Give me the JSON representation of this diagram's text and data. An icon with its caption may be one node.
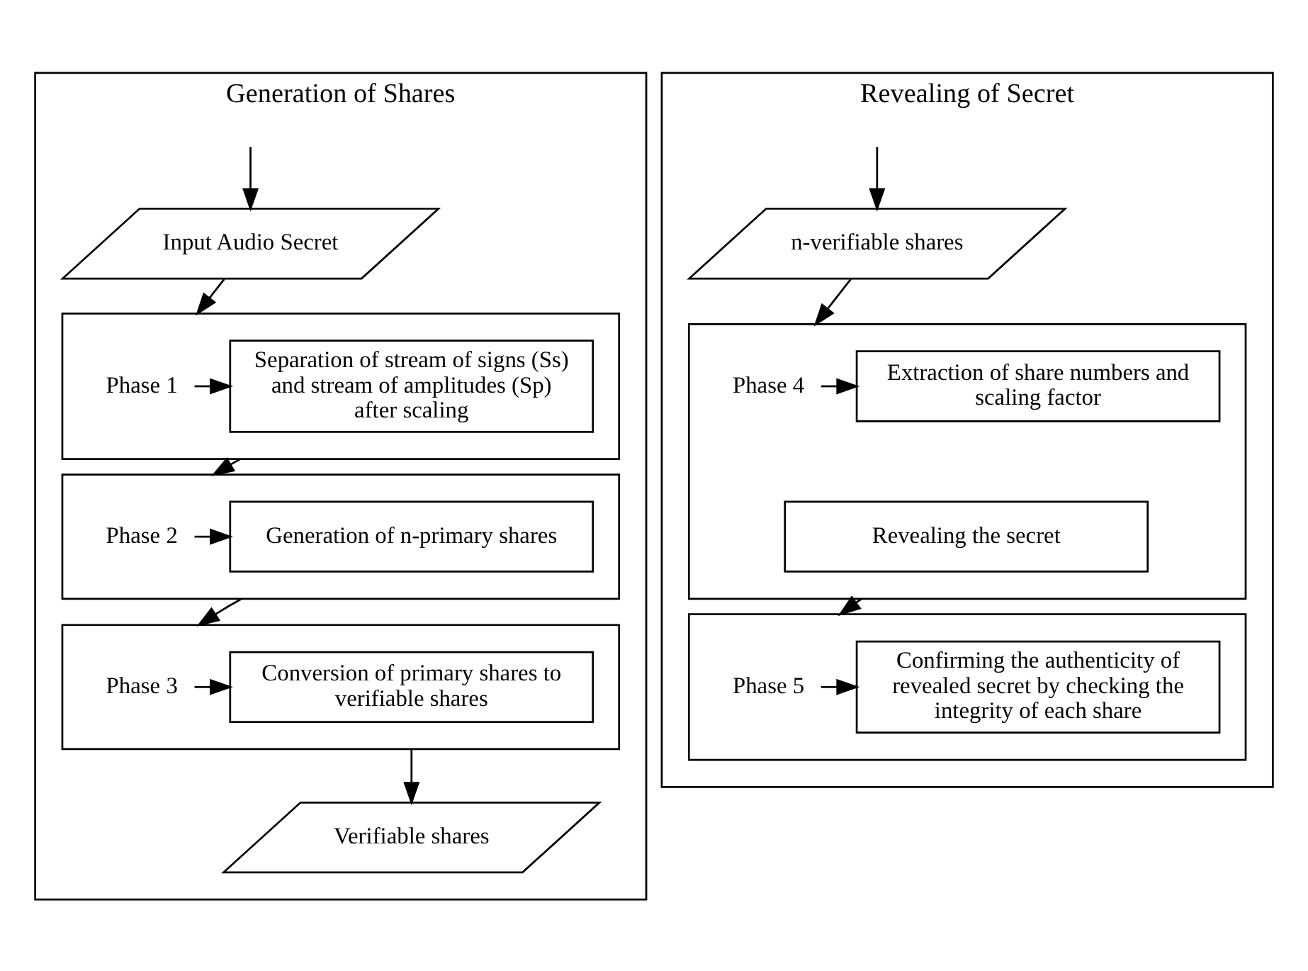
{
  "diagram": {
    "nodes": [
      {
        "text": [
          "Generation of Shares"
        ]
      },
      {
        "text": [
          "Input Audio Secret"
        ],
        "in": 0
      },
      {
        "text": [],
        "shape": "box",
        "in": 0
      },
      {
        "text": [
          "Phase 1"
        ],
        "in": 2
      },
      {
        "text": [
          "Separation of stream of signs (Ss) and stream of amplitudes (Sp) after scaling"
        ],
        "in": 2
      },
      {
        "text": [],
        "shape": "box",
        "in": 0
      },
      {
        "text": [
          "Phase 2"
        ],
        "in": 5
      },
      {
        "text": [
          "Generation of n-primary shares"
        ],
        "in": 5
      },
      {
        "text": [],
        "shape": "box",
        "in": 0
      },
      {
        "text": [
          "Phase 3"
        ],
        "in": 8
      },
      {
        "text": [
          "Conversion of primary shares to verifiable shares"
        ],
        "in": 8
      },
      {
        "text": [
          "Verifiable shares"
        ],
        "in": 0
      },
      {
        "text": [
          "Revealing of Secret"
        ]
      },
      {
        "text": [
          "n-verifiable shares"
        ],
        "in": 12
      },
      {
        "text": [],
        "shape": "box",
        "in": 12
      },
      {
        "text": [
          "Phase 4"
        ],
        "in": 14
      },
      {
        "text": [
          "Extraction of share numbers and scaling factor"
        ],
        "in": 14
      },
      {
        "text": [
          "Revealing the secret"
        ],
        "in": 14
      },
      {
        "text": [],
        "shape": "box",
        "in": 12
      },
      {
        "text": [
          "Phase 5"
        ],
        "in": 18
      },
      {
        "text": [
          "Confirming the authenticity of revealed secret by checking the integrity of each share"
        ],
        "in": 18
      }
    ],
    "edges": [
      {
        "from": null,
        "to": 1,
        "arrow": "to"
      },
      {
        "from": 1,
        "to": 2,
        "arrow": "to"
      },
      {
        "from": 3,
        "to": 4,
        "arrow": "to"
      },
      {
        "from": 2,
        "to": 5,
        "arrow": "to"
      },
      {
        "from": 6,
        "to": 7,
        "arrow": "to"
      },
      {
        "from": 5,
        "to": 8,
        "arrow": "to"
      },
      {
        "from": 9,
        "to": 10,
        "arrow": "to"
      },
      {
        "from": 8,
        "to": 11,
        "arrow": "to"
      },
      {
        "from": null,
        "to": 13,
        "arrow": "to"
      },
      {
        "from": 13,
        "to": 14,
        "arrow": "to"
      },
      {
        "from": 15,
        "to": 16,
        "arrow": "to"
      },
      {
        "from": 14,
        "to": 18,
        "arrow": "to"
      },
      {
        "from": 19,
        "to": 20,
        "arrow": "to"
      }
    ]
  }
}
